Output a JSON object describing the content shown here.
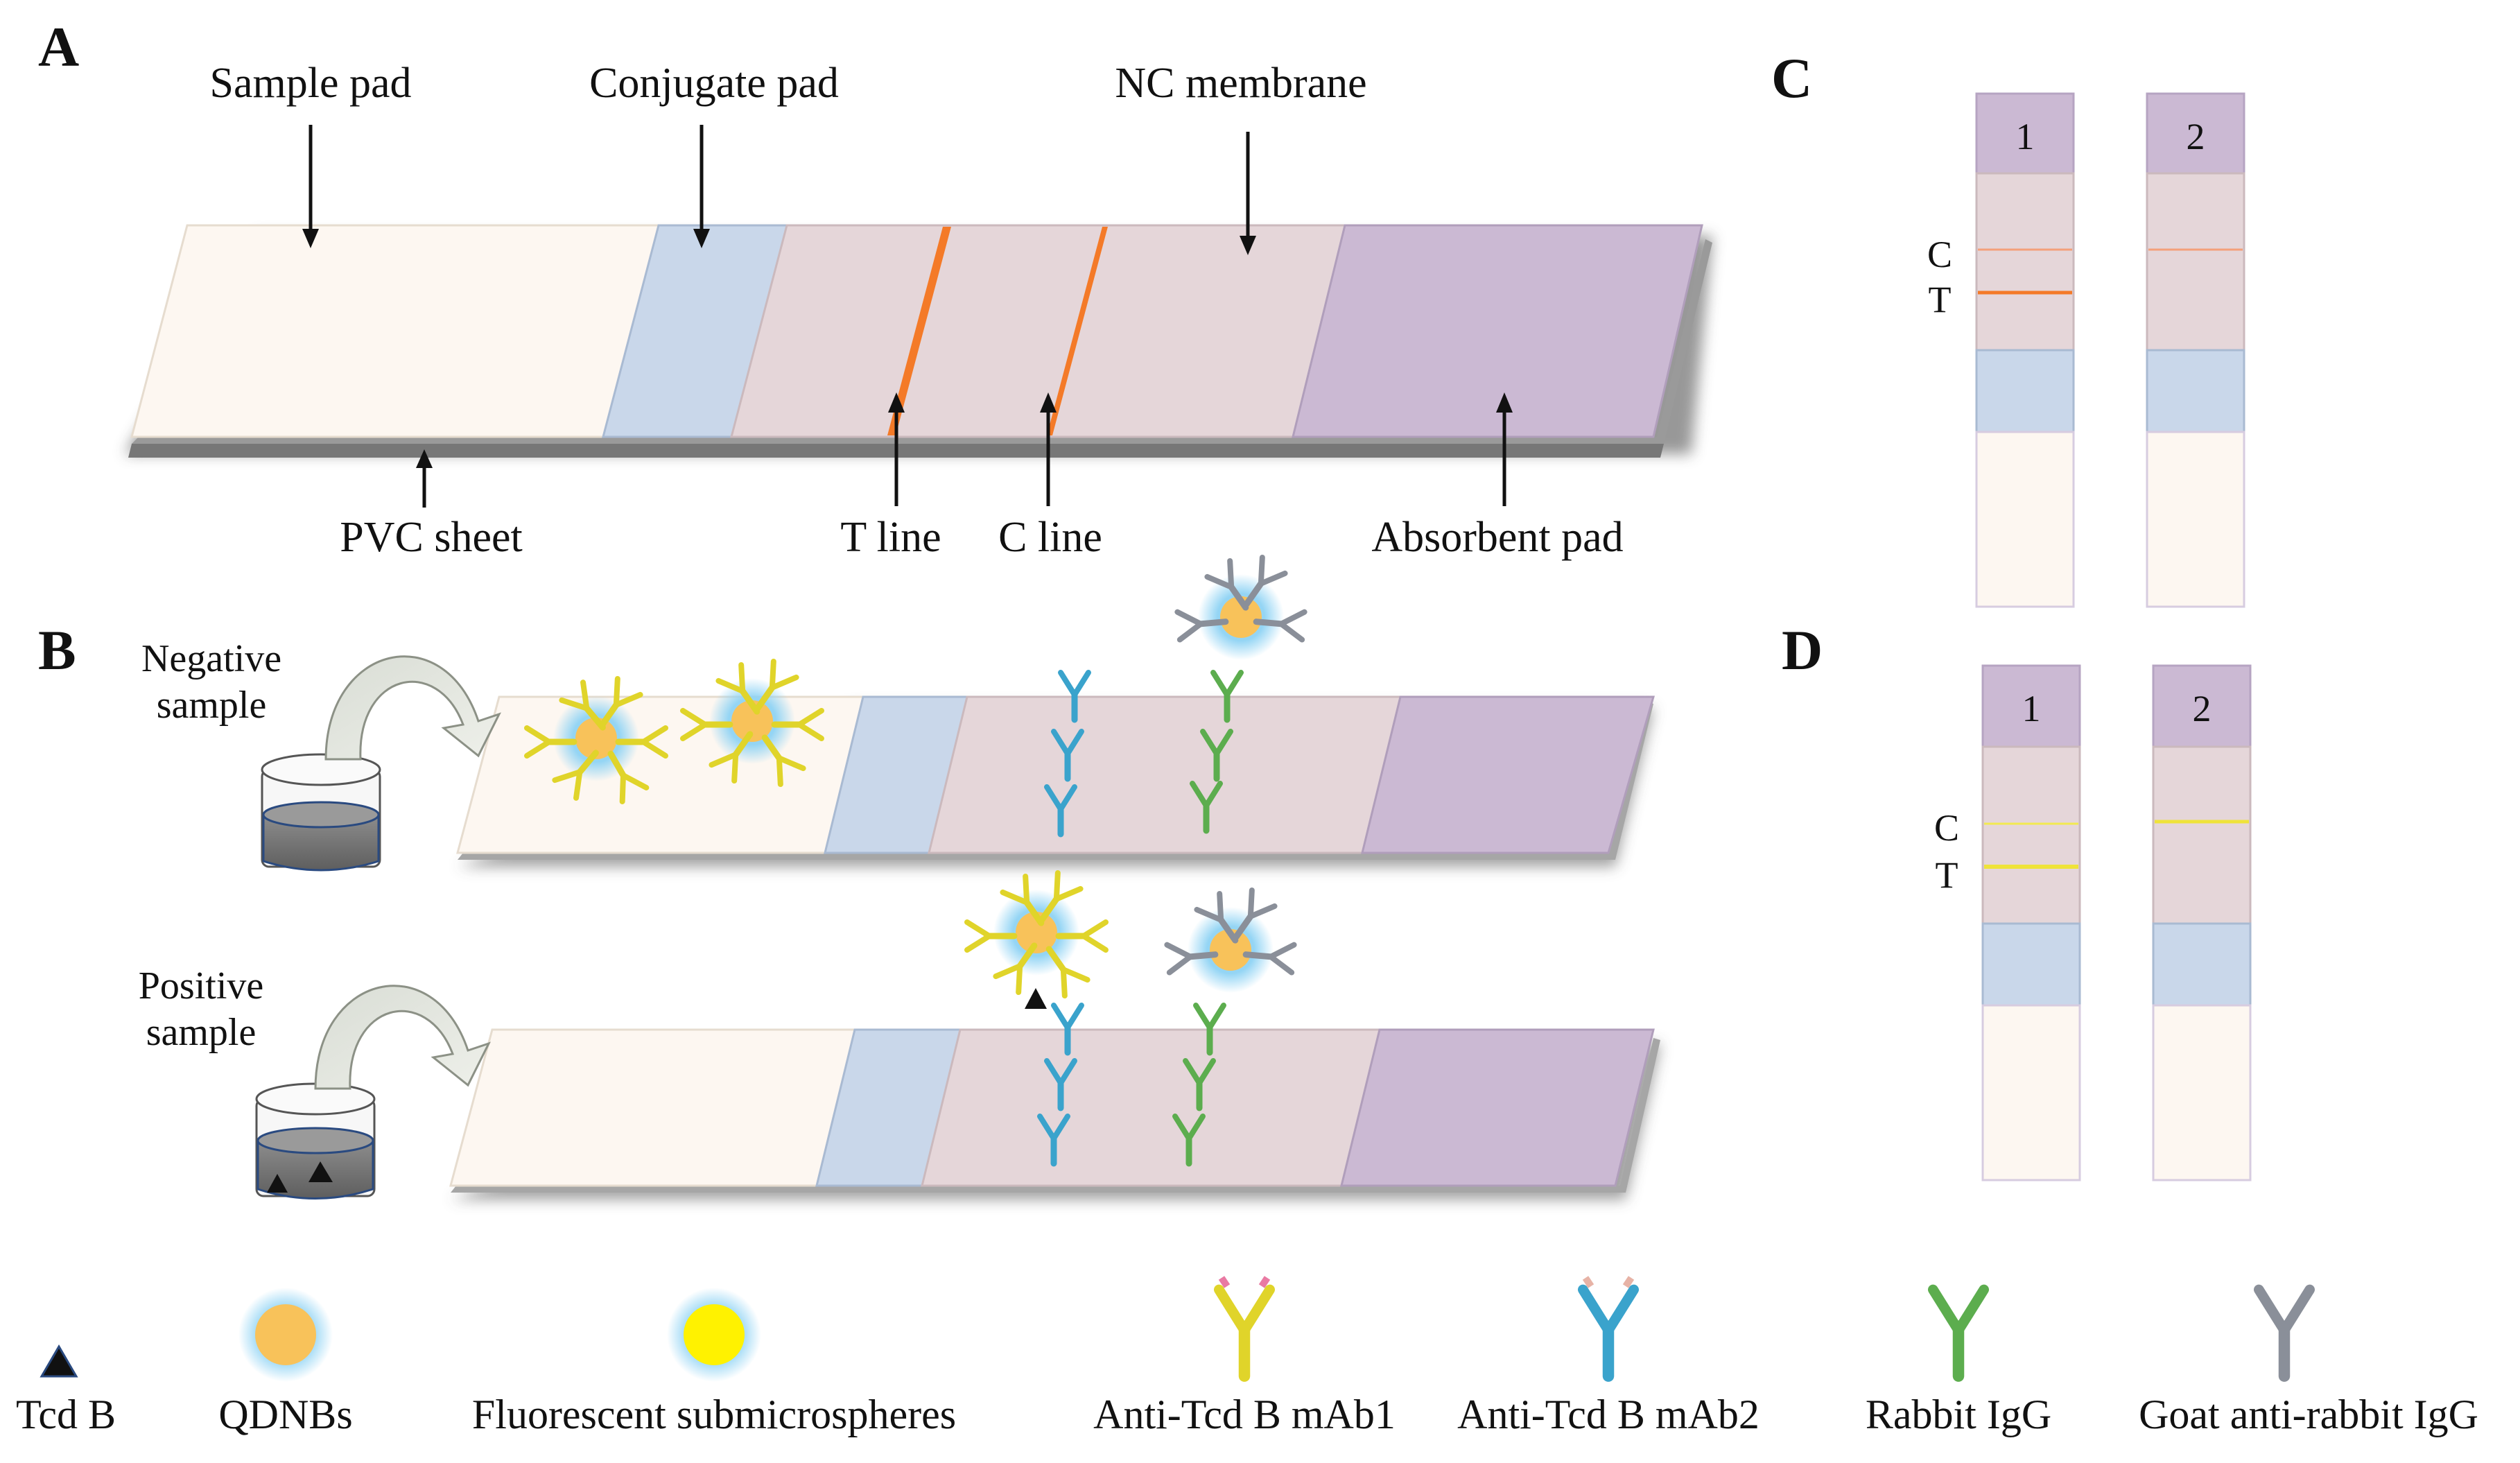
{
  "panels": {
    "A": {
      "label": "A",
      "sample_pad": "Sample pad",
      "conjugate_pad": "Conjugate pad",
      "nc_membrane": "NC membrane",
      "pvc_sheet": "PVC sheet",
      "t_line": "T line",
      "c_line": "C line",
      "absorbent_pad": "Absorbent pad"
    },
    "B": {
      "label": "B",
      "negative_line1": "Negative",
      "negative_line2": "sample",
      "positive_line1": "Positive",
      "positive_line2": "sample"
    },
    "C": {
      "label": "C",
      "strip1": "1",
      "strip2": "2",
      "c_label": "C",
      "t_label": "T"
    },
    "D": {
      "label": "D",
      "strip1": "1",
      "strip2": "2",
      "c_label": "C",
      "t_label": "T"
    }
  },
  "legend": {
    "tcd_b": "Tcd B",
    "qdnbs": "QDNBs",
    "fluorescent": "Fluorescent submicrospheres",
    "mab1": "Anti-Tcd B mAb1",
    "mab2": "Anti-Tcd B mAb2",
    "rabbit_igg": "Rabbit IgG",
    "goat_igg": "Goat anti-rabbit IgG"
  },
  "colors": {
    "sample_pad": "#fdf7f1",
    "conjugate_pad": "#c9d7ea",
    "nc_membrane": "#e5d6d9",
    "absorbent_pad": "#cbb9d3",
    "line_orange": "#f47a28",
    "line_yellow": "#f2ea50",
    "qdnb": "#f8c25a",
    "fluor": "#fff200",
    "glow": "#8fd3f4",
    "mab1": "#e0d42a",
    "mab1_tip": "#e97aa3",
    "mab2": "#3aa3cc",
    "rabbit": "#5cad4e",
    "goat": "#8a8f99"
  }
}
